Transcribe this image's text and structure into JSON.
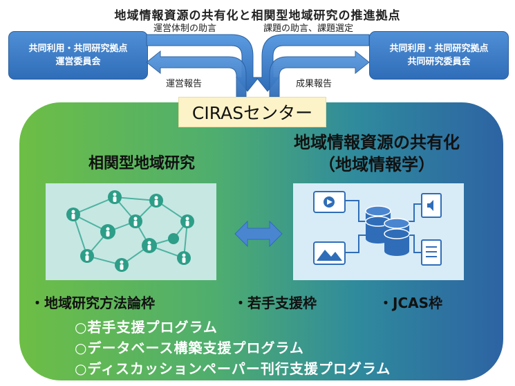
{
  "title": "地域情報資源の共有化と相関型地域研究の推進拠点",
  "left_box": {
    "line1": "共同利用・共同研究拠点",
    "line2": "運営委員会"
  },
  "right_box": {
    "line1": "共同利用・共同研究拠点",
    "line2": "共同研究委員会"
  },
  "arrows": {
    "top_left": "運営体制の助言",
    "top_right": "課題の助言、課題選定",
    "bottom_left": "運営報告",
    "bottom_right": "成果報告"
  },
  "center": "CIRASセンター",
  "left_heading": "相関型地域研究",
  "right_heading": {
    "line1": "地域情報資源の共有化",
    "line2": "（地域情報学）"
  },
  "frames": [
    "・地域研究方法論枠",
    "・若手支援枠",
    "・JCAS枠"
  ],
  "programs": [
    "○若手支援プログラム",
    "○データベース構築支援プログラム",
    "○ディスカッションペーパー刊行支援プログラム"
  ],
  "colors": {
    "green": "#6dbe45",
    "blue": "#2d63a3",
    "box_blue": "#3d7cc8",
    "center_bg": "#fdf3c8"
  }
}
